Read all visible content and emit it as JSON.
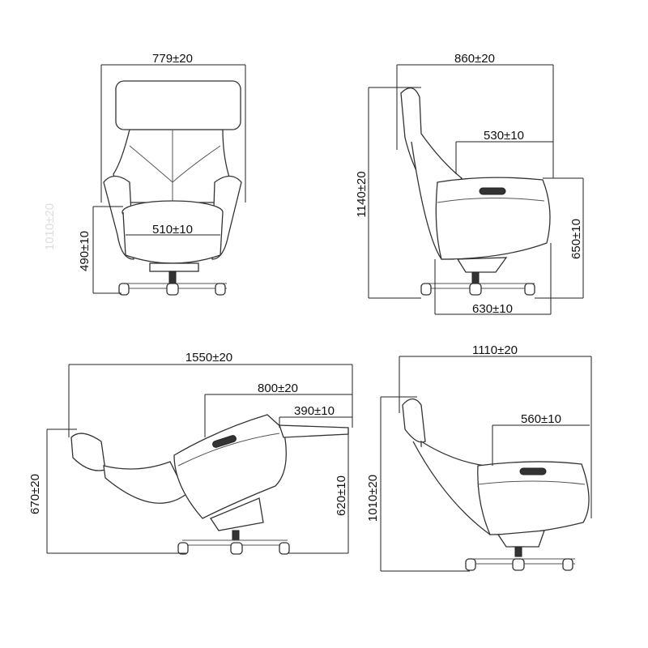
{
  "views": {
    "front": {
      "width": "779±20",
      "seat_width": "510±10",
      "seat_height": "490±10",
      "faint_height": "1010±20"
    },
    "side_upright": {
      "depth": "860±20",
      "seat_depth": "530±10",
      "height": "1140±20",
      "arm_height": "650±10",
      "base_depth": "630±10"
    },
    "side_reclined": {
      "length": "1550±20",
      "seat_to_foot": "800±20",
      "footrest": "390±10",
      "height": "670±20",
      "arm_height": "620±10"
    },
    "side_partial": {
      "depth": "1110±20",
      "seat_depth": "560±10",
      "height": "1010±20"
    }
  }
}
